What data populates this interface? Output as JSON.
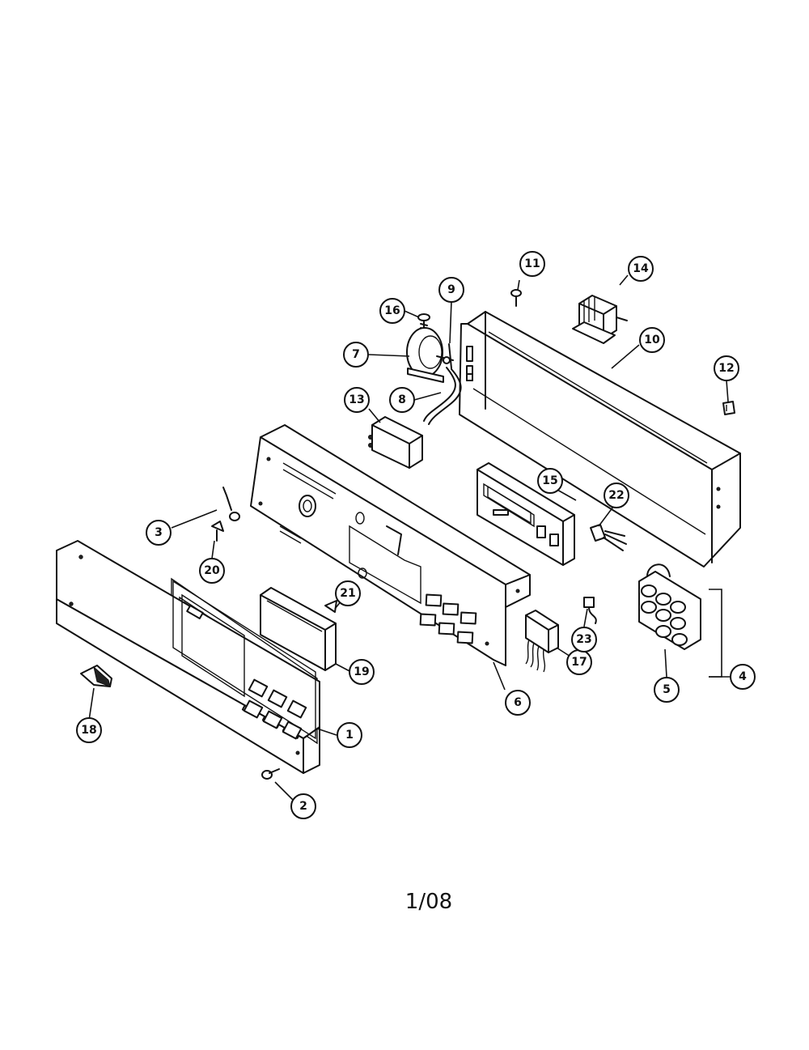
{
  "callouts": [
    {
      "id": "c1",
      "label": "1"
    },
    {
      "id": "c2",
      "label": "2"
    },
    {
      "id": "c3",
      "label": "3"
    },
    {
      "id": "c4",
      "label": "4"
    },
    {
      "id": "c5",
      "label": "5"
    },
    {
      "id": "c6",
      "label": "6"
    },
    {
      "id": "c7",
      "label": "7"
    },
    {
      "id": "c8",
      "label": "8"
    },
    {
      "id": "c9",
      "label": "9"
    },
    {
      "id": "c10",
      "label": "10"
    },
    {
      "id": "c11",
      "label": "11"
    },
    {
      "id": "c12",
      "label": "12"
    },
    {
      "id": "c13",
      "label": "13"
    },
    {
      "id": "c14",
      "label": "14"
    },
    {
      "id": "c15",
      "label": "15"
    },
    {
      "id": "c16",
      "label": "16"
    },
    {
      "id": "c17",
      "label": "17"
    },
    {
      "id": "c18",
      "label": "18"
    },
    {
      "id": "c19",
      "label": "19"
    },
    {
      "id": "c20",
      "label": "20"
    },
    {
      "id": "c21",
      "label": "21"
    },
    {
      "id": "c22",
      "label": "22"
    },
    {
      "id": "c23",
      "label": "23"
    }
  ],
  "footer": {
    "page_code": "1/08"
  }
}
